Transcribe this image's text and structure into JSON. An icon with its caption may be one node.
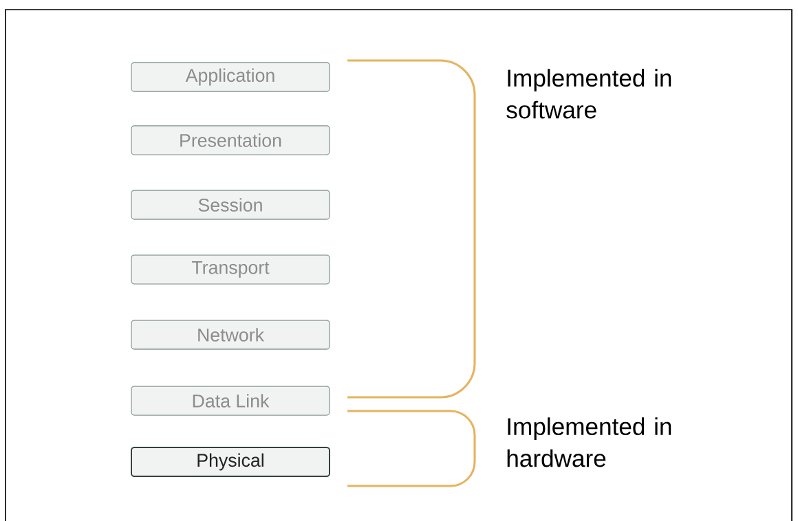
{
  "diagram": {
    "nodes": [
      {
        "text": [
          "Application"
        ]
      },
      {
        "text": [
          "Presentation"
        ]
      },
      {
        "text": [
          "Session"
        ]
      },
      {
        "text": [
          "Transport"
        ]
      },
      {
        "text": [
          "Network"
        ]
      },
      {
        "text": [
          "Data Link"
        ]
      },
      {
        "text": [
          "Physical"
        ]
      }
    ],
    "labels": [
      "Implemented in software",
      "Implemented in hardware"
    ]
  }
}
